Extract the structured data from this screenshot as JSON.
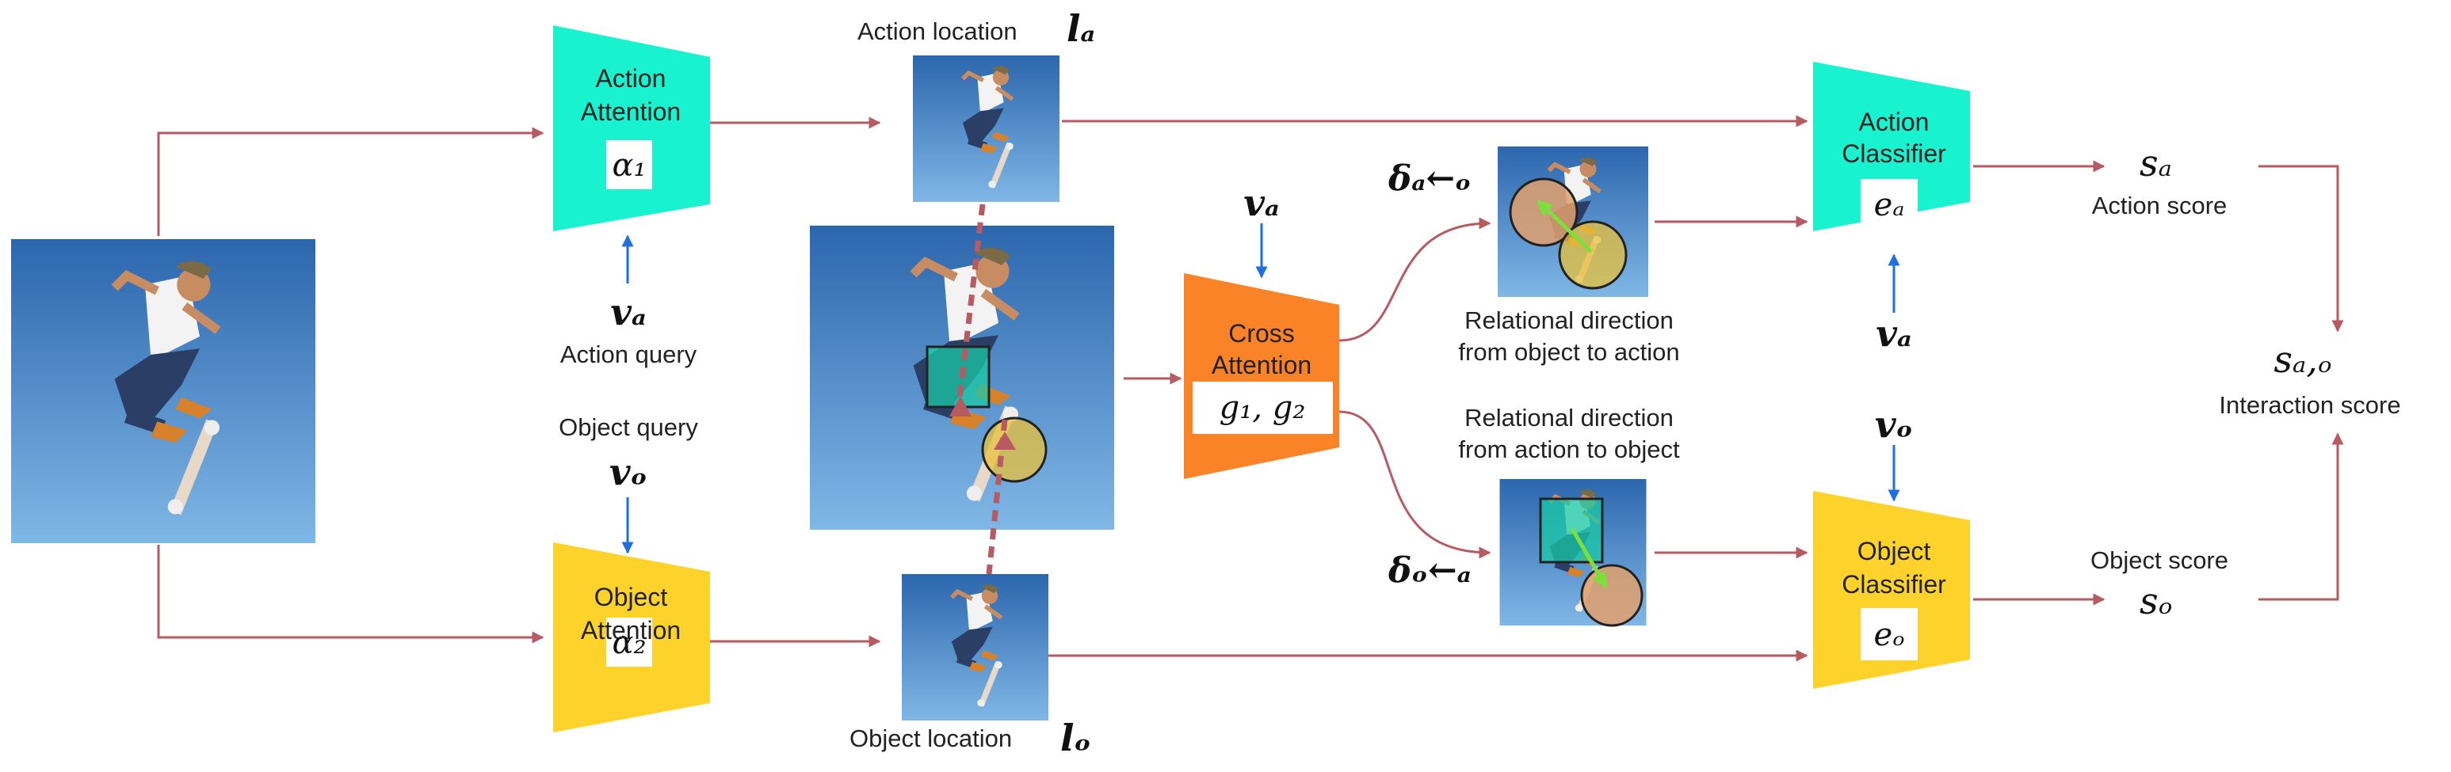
{
  "colors": {
    "arrow_red": "#b85a62",
    "arrow_blue": "#1f6fe0",
    "action_module": "#19f2cf",
    "object_module": "#fcd22b",
    "cross_module": "#fa8227",
    "sky_top": "#2c66ad",
    "sky_bottom": "#7fb7e6",
    "action_marker": "#19c9a6",
    "object_marker": "#e9c23a",
    "link_line": "#b85a62",
    "direction_arrow": "#7be13a"
  },
  "modules": {
    "action_attention": {
      "line1": "Action",
      "line2": "Attention",
      "param": "α₁"
    },
    "object_attention": {
      "line1": "Object",
      "line2": "Attention",
      "param": "α₂"
    },
    "cross_attention": {
      "line1": "Cross",
      "line2": "Attention",
      "param": "g₁, g₂"
    },
    "action_classifier": {
      "line1": "Action",
      "line2": "Classifier",
      "param": "eₐ"
    },
    "object_classifier": {
      "line1": "Object",
      "line2": "Classifier",
      "param": "eₒ"
    }
  },
  "labels": {
    "action_location": "Action location",
    "action_location_sym": "𝒍ₐ",
    "object_location": "Object location",
    "object_location_sym": "𝒍ₒ",
    "action_query": "Action query",
    "object_query": "Object query",
    "va": "𝒗ₐ",
    "vo": "𝒗ₒ",
    "delta_a_o": "𝜹ₐ←ₒ",
    "delta_o_a": "𝜹ₒ←ₐ",
    "rel_obj_to_act_1": "Relational direction",
    "rel_obj_to_act_2": "from object to action",
    "rel_act_to_obj_1": "Relational direction",
    "rel_act_to_obj_2": "from action to object",
    "sa": "sₐ",
    "action_score": "Action score",
    "so": "sₒ",
    "object_score": "Object score",
    "sao": "sₐ,ₒ",
    "interaction_score": "Interaction score"
  },
  "icons": [
    "skateboarder-photo",
    "action-crop-photo",
    "object-crop-photo",
    "relation-crop-photo",
    "arrow-icon"
  ]
}
